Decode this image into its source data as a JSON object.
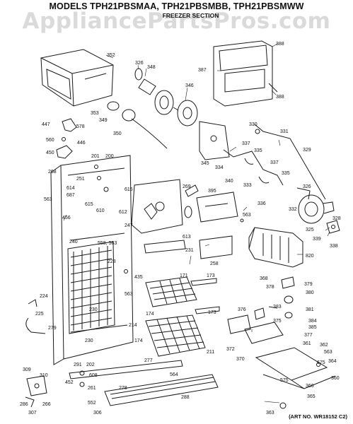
{
  "header": {
    "models": "MODELS TPH21PBSMAA, TPH21PBSMBB, TPH21PBSMWW",
    "section": "FREEZER SECTION"
  },
  "watermark": "AppliancePartsPros.com",
  "art_number": "(ART NO. WR18152 C2)",
  "callouts": {
    "c352": "352",
    "c326": "326",
    "c348": "348",
    "c388a": "388",
    "c388b": "388",
    "c387": "387",
    "c346": "346",
    "c353": "353",
    "c349": "349",
    "c350": "350",
    "c447": "447",
    "c578": "578",
    "c560": "560",
    "c446": "446",
    "c450": "450",
    "c201": "201",
    "c200": "200",
    "c268": "268",
    "c251": "251",
    "c614": "614",
    "c687": "687",
    "c615a": "615",
    "c615b": "615",
    "c563a": "563",
    "c610": "610",
    "c612": "612",
    "c330": "330",
    "c331": "331",
    "c337a": "337",
    "c337b": "337",
    "c335a": "335",
    "c335b": "335",
    "c329": "329",
    "c345": "345",
    "c334": "334",
    "c340": "340",
    "c333": "333",
    "c269": "269",
    "c395": "395",
    "c336": "336",
    "c332": "332",
    "c326b": "326",
    "c563b": "563",
    "c325": "325",
    "c328": "328",
    "c339": "339",
    "c338": "338",
    "c456": "456",
    "c247": "247",
    "c613": "613",
    "c240": "240",
    "c558": "558, 563",
    "c228": "228",
    "c231": "231",
    "c258": "258",
    "c820": "820",
    "c435": "435",
    "c171": "171",
    "c173a": "173",
    "c173b": "173",
    "c368": "368",
    "c378": "378",
    "c379": "379",
    "c380": "380",
    "c563c": "563",
    "c224": "224",
    "c230a": "230",
    "c230b": "230",
    "c174a": "174",
    "c174b": "174",
    "c225": "225",
    "c214": "214",
    "c376": "376",
    "c383": "383",
    "c381": "381",
    "c375": "375",
    "c384": "384",
    "c385": "385",
    "c377": "377",
    "c279": "279",
    "c211": "211",
    "c372": "372",
    "c370": "370",
    "c361": "361",
    "c362": "362",
    "c563d": "563",
    "c675": "675",
    "c364": "364",
    "c291": "291",
    "c202": "202",
    "c277": "277",
    "c309": "309",
    "c310": "310",
    "c608": "608",
    "c452": "452",
    "c564": "564",
    "c261": "261",
    "c278": "278",
    "c575": "575",
    "c366": "366",
    "c360": "360",
    "c286": "286",
    "c266": "266",
    "c552": "552",
    "c288": "288",
    "c365": "365",
    "c307": "307",
    "c306": "306",
    "c363": "363"
  }
}
